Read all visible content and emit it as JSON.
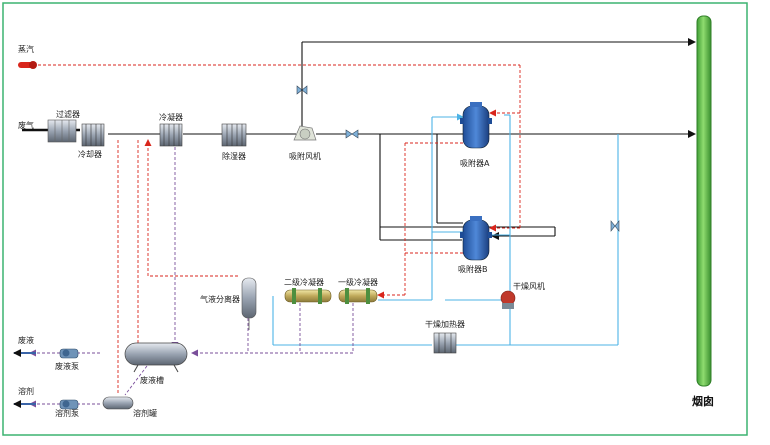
{
  "labels": {
    "steam": "蒸汽",
    "waste_gas": "废气",
    "filter": "过滤器",
    "cooler": "冷却器",
    "condenser": "冷凝器",
    "demister": "除湿器",
    "adsorption_fan": "吸附风机",
    "adsorber_a": "吸附器A",
    "adsorber_b": "吸附器B",
    "drying_fan": "干燥风机",
    "stage2_condenser": "二级冷凝器",
    "stage1_condenser": "一级冷凝器",
    "gas_liquid_separator": "气液分离器",
    "dry_heater": "干燥加热器",
    "waste_liquid": "废液",
    "waste_pump": "废液泵",
    "waste_tank": "废液槽",
    "solvent": "溶剂",
    "solvent_pump": "溶剂泵",
    "solvent_tank": "溶剂罐",
    "chimney": "烟囱"
  },
  "colors": {
    "frame": "#3cb371",
    "gas_line": "#111111",
    "steam_line": "#d9261c",
    "cooling_line": "#4db3e6",
    "liquid_line": "#7a4f9a",
    "chimney_fill": "#5ec24a",
    "vessel_blue": "#2a5fb0"
  }
}
